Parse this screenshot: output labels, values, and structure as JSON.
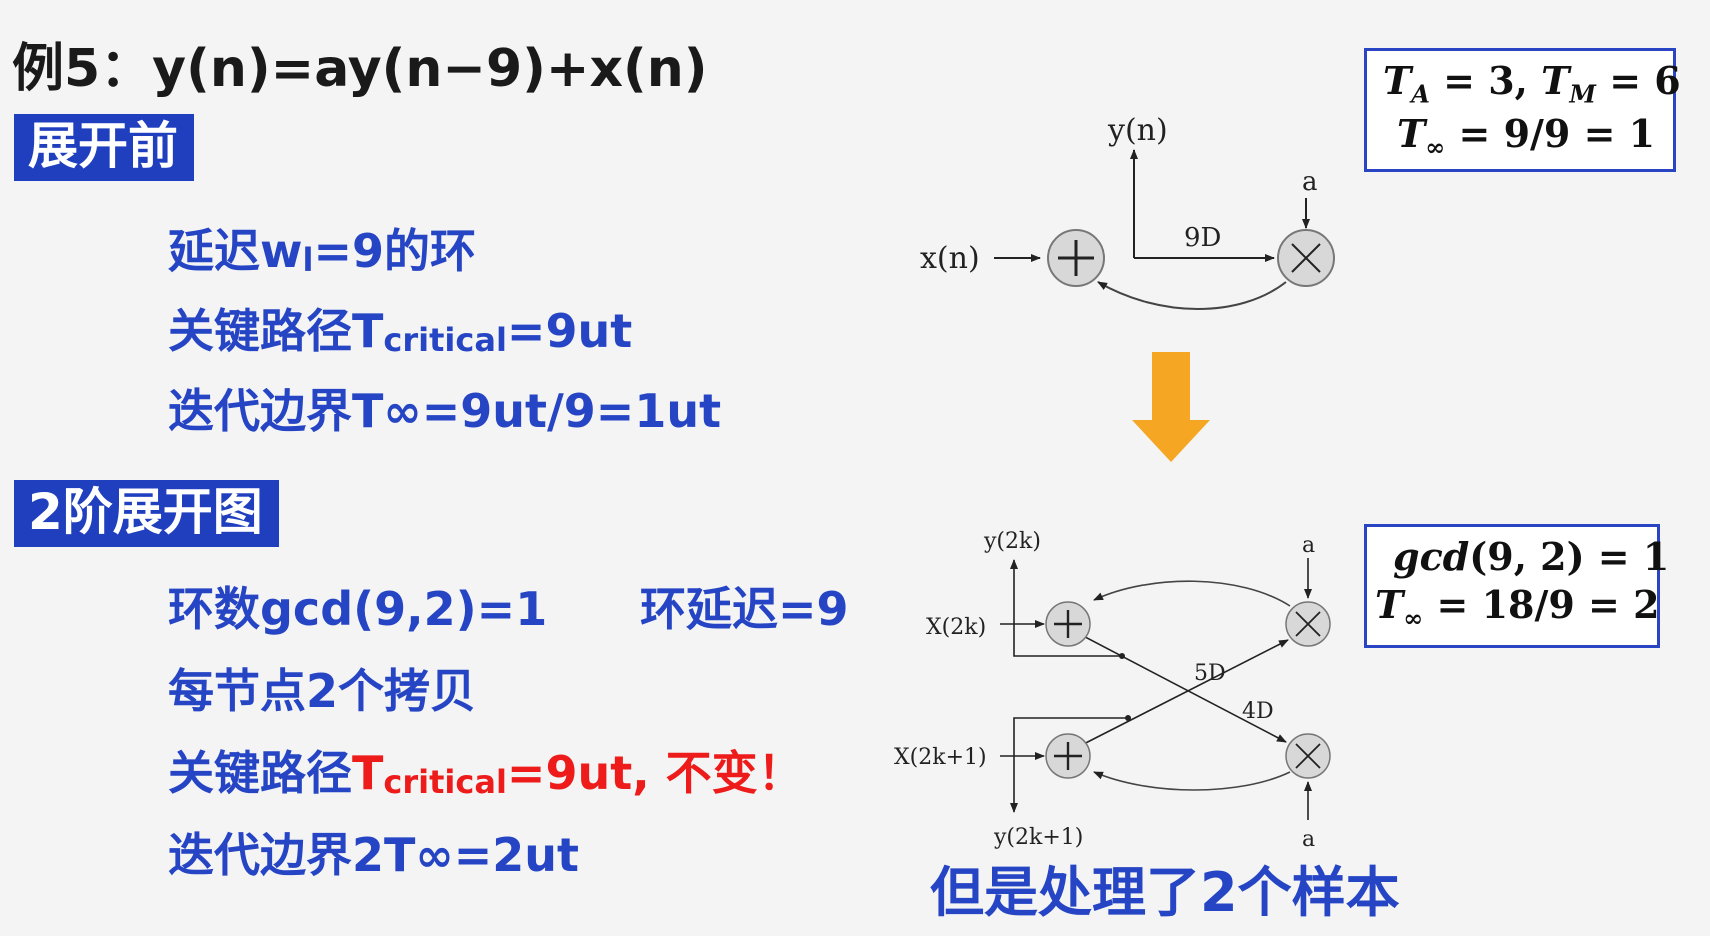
{
  "title": "例5：y(n)=ay(n−9)+x(n)",
  "section1": {
    "label": "展开前",
    "lines": [
      {
        "pre": "延迟w",
        "sub": "l",
        "post": "=9的环"
      },
      {
        "pre": "关键路径T",
        "sub": "critical",
        "post": "=9ut"
      },
      {
        "pre": "迭代边界T∞=9ut/9=1ut"
      }
    ]
  },
  "section2": {
    "label": "2阶展开图",
    "line1a": "环数gcd(9,2)=1",
    "line1b": "环延迟=9",
    "line2": "每节点2个拷贝",
    "line3": {
      "pre": "关键路径",
      "t": "T",
      "sub": "critical",
      "post": "=9ut, 不变！"
    },
    "line4": "迭代边界2T∞=2ut"
  },
  "box1": {
    "row1_t": "T",
    "row1_ta_sub": "A",
    "row1_mid": " = 3, ",
    "row1_tm_sub": "M",
    "row1_end": " = 6",
    "row2_t": "T",
    "row2_sub": "∞",
    "row2_end": " = 9/9 = 1"
  },
  "box2": {
    "row1_fn": "gcd",
    "row1_end": "(9, 2) = 1",
    "row2_t": "T",
    "row2_sub": "∞",
    "row2_end": " = 18/9 = 2"
  },
  "diagram1": {
    "output": "y(n)",
    "input": "x(n)",
    "delay": "9D",
    "coef": "a"
  },
  "diagram2": {
    "out_top": "y(2k)",
    "in_top": "X(2k)",
    "in_bottom": "X(2k+1)",
    "out_bottom": "y(2k+1)",
    "coef_top": "a",
    "coef_bottom": "a",
    "delay1": "5D",
    "delay2": "4D"
  },
  "bottom_note": "但是处理了2个样本",
  "colors": {
    "accent_blue": "#1f3fbf",
    "text_blue": "#2645c4",
    "red": "#ee1b1b",
    "arrow_orange": "#f5a623"
  }
}
